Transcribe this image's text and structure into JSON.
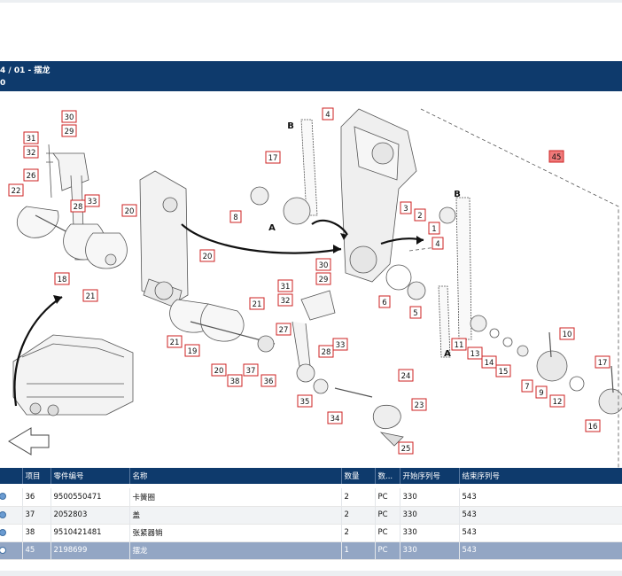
{
  "header": {
    "title": "4 / 01 - 摆龙",
    "subtitle": "0"
  },
  "diagram": {
    "callouts": [
      "30",
      "29",
      "31",
      "32",
      "22",
      "26",
      "33",
      "28",
      "20",
      "20",
      "17",
      "8",
      "4",
      "45",
      "3",
      "2",
      "1",
      "4",
      "18",
      "21",
      "30",
      "29",
      "31",
      "32",
      "21",
      "27",
      "21",
      "19",
      "33",
      "28",
      "6",
      "5",
      "11",
      "13",
      "14",
      "15",
      "10",
      "20",
      "37",
      "38",
      "36",
      "35",
      "34",
      "24",
      "23",
      "25",
      "7",
      "9",
      "12",
      "17",
      "16"
    ],
    "letter_labels": [
      "B",
      "A",
      "B",
      "A"
    ],
    "highlighted_callout": "45"
  },
  "table": {
    "headers": [
      "",
      "项目",
      "零件编号",
      "名称",
      "数量",
      "数...",
      "开始序列号",
      "结束序列号"
    ],
    "rows": [
      {
        "item": "36",
        "part_no": "9500550471",
        "name": "卡簧圈",
        "qty": "2",
        "unit": "PC",
        "start": "330",
        "end": "543"
      },
      {
        "item": "37",
        "part_no": "2052803",
        "name": "盖",
        "qty": "2",
        "unit": "PC",
        "start": "330",
        "end": "543"
      },
      {
        "item": "38",
        "part_no": "9510421481",
        "name": "张紧器销",
        "qty": "2",
        "unit": "PC",
        "start": "330",
        "end": "543"
      },
      {
        "item": "45",
        "part_no": "2198699",
        "name": "摆龙",
        "qty": "1",
        "unit": "PC",
        "start": "330",
        "end": "543"
      }
    ]
  },
  "colors": {
    "header_bg": "#0e3a6c",
    "selected_row_bg": "#93a6c4",
    "callout_border": "#cc2222",
    "highlight_fill": "#f07a7a"
  }
}
